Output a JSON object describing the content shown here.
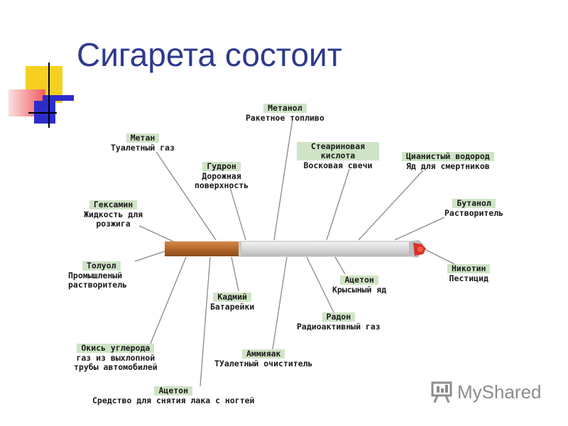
{
  "title": "Сигарета состоит",
  "labels": [
    {
      "key": "metanol",
      "name": "Метанол",
      "desc": [
        "Ракетное топливо"
      ]
    },
    {
      "key": "metan",
      "name": "Метан",
      "desc": [
        "Туалетный газ"
      ]
    },
    {
      "key": "stearin",
      "name": "Стеариновая кислота",
      "desc": [
        "Восковая свечи"
      ]
    },
    {
      "key": "cyan",
      "name": "Цианистый водород",
      "desc": [
        "Яд для смертников"
      ]
    },
    {
      "key": "gudron",
      "name": "Гудрон",
      "desc": [
        "Дорожная",
        "поверхность"
      ]
    },
    {
      "key": "geksamin",
      "name": "Гексамин",
      "desc": [
        "Жидкость для",
        "розжига"
      ]
    },
    {
      "key": "butanol",
      "name": "Бутанол",
      "desc": [
        "Растворитель"
      ]
    },
    {
      "key": "toluol",
      "name": "Толуол",
      "desc": [
        "Промышленый",
        "растворитель"
      ]
    },
    {
      "key": "nikotin",
      "name": "Никотин",
      "desc": [
        "Пестицид"
      ]
    },
    {
      "key": "aceton1",
      "name": "Ацетон",
      "desc": [
        "Крысыный яд"
      ]
    },
    {
      "key": "kadmiy",
      "name": "Кадмий",
      "desc": [
        "Батарейки"
      ]
    },
    {
      "key": "radon",
      "name": "Радон",
      "desc": [
        "Радиоактивный газ"
      ]
    },
    {
      "key": "okis",
      "name": "Окись углерода",
      "desc": [
        "газ из выхлопной",
        "трубы автомобилей"
      ]
    },
    {
      "key": "ammiak",
      "name": "Аммияак",
      "desc": [
        "ТУалетный очиститель"
      ]
    },
    {
      "key": "aceton2",
      "name": "Ацетон",
      "desc": [
        "Средство для снятия лака с ногтей"
      ]
    }
  ],
  "watermark": "MyShared",
  "colors": {
    "title": "#2e3a8c",
    "label_bg": "#cfe4c6",
    "filter": "#b5672a",
    "paper": "#e3e3e3",
    "ember": "#d9302a",
    "decor_yellow": "#f5d020",
    "decor_red": "#f05a5a",
    "decor_blue": "#2c2ccc"
  }
}
